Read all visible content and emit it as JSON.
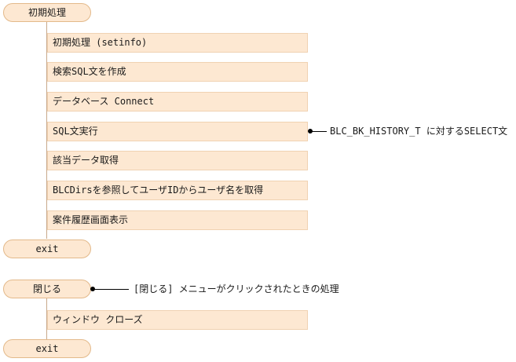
{
  "group1": {
    "start": "初期処理",
    "steps": [
      "初期処理 (setinfo)",
      "検索SQL文を作成",
      "データベース Connect",
      "SQL文実行",
      "該当データ取得",
      "BLCDirsを参照してユーザIDからユーザ名を取得",
      "案件履歴画面表示"
    ],
    "end": "exit",
    "note": "BLC_BK_HISTORY_T に対するSELECT文"
  },
  "group2": {
    "start": "閉じる",
    "steps": [
      "ウィンドウ クローズ"
    ],
    "end": "exit",
    "note": "[閉じる] メニューがクリックされたときの処理"
  }
}
